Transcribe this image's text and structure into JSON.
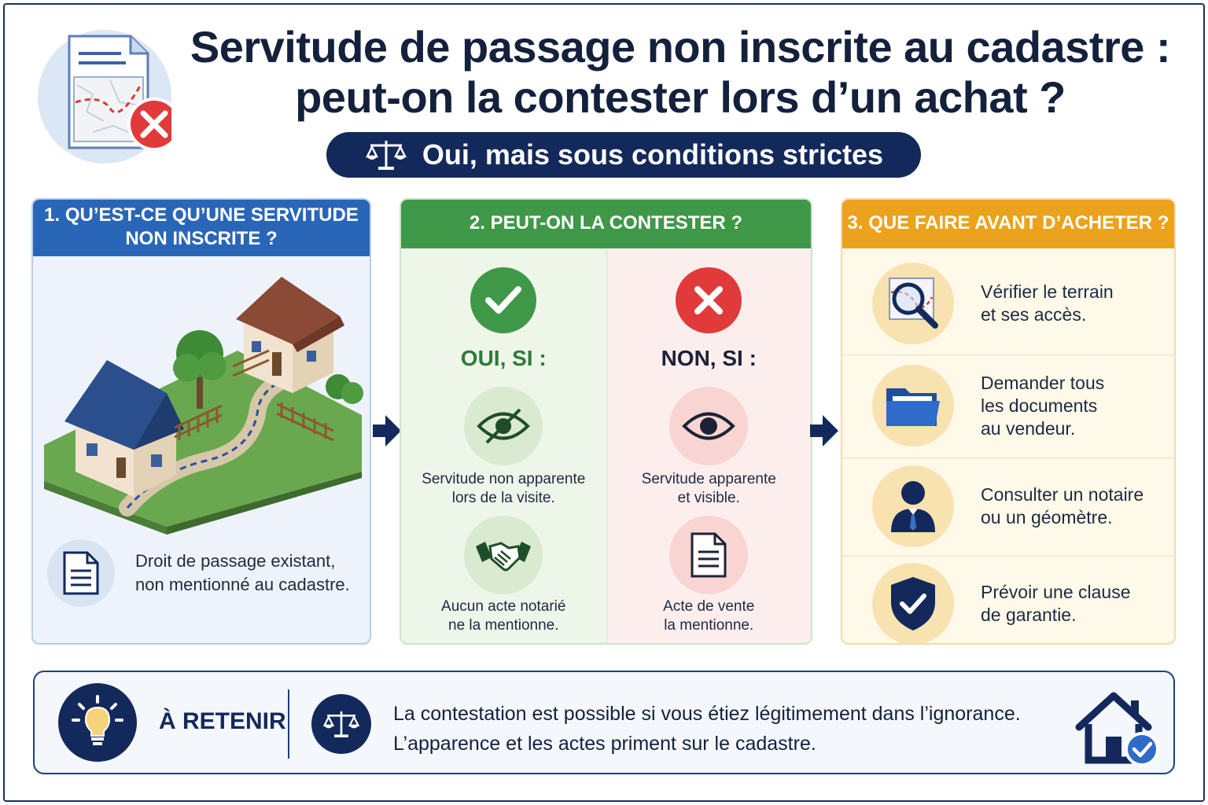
{
  "header": {
    "title_line1": "Servitude de passage non inscrite au cadastre :",
    "title_line2": "peut-on la contester lors d’un achat ?",
    "subtitle": "Oui, mais sous conditions strictes"
  },
  "section1": {
    "title_line1": "1. QU’EST-CE QU’UNE SERVITUDE",
    "title_line2": "NON INSCRITE ?",
    "note_line1": "Droit de passage existant,",
    "note_line2": "non mentionné au cadastre."
  },
  "section2": {
    "title": "2. PEUT-ON LA CONTESTER ?",
    "yes": {
      "label": "OUI, SI :",
      "cond1_line1": "Servitude non apparente",
      "cond1_line2": "lors de la visite.",
      "cond2_line1": "Aucun acte notarié",
      "cond2_line2": "ne la mentionne."
    },
    "no": {
      "label": "NON, SI :",
      "cond1_line1": "Servitude apparente",
      "cond1_line2": "et visible.",
      "cond2_line1": "Acte de vente",
      "cond2_line2": "la mentionne."
    }
  },
  "section3": {
    "title": "3. QUE FAIRE AVANT D’ACHETER ?",
    "steps": [
      {
        "line1": "Vérifier le terrain",
        "line2": "et ses accès.",
        "line3": ""
      },
      {
        "line1": "Demander tous",
        "line2": "les documents",
        "line3": "au vendeur."
      },
      {
        "line1": "Consulter un notaire",
        "line2": "ou un géomètre.",
        "line3": ""
      },
      {
        "line1": "Prévoir une clause",
        "line2": "de garantie.",
        "line3": ""
      }
    ]
  },
  "retain": {
    "label": "À RETENIR",
    "line1": "La contestation est possible si vous étiez légitimement dans l’ignorance.",
    "line2": "L’apparence et les actes priment sur le cadastre."
  },
  "colors": {
    "navy": "#14295b",
    "blue": "#2a66b8",
    "green": "#3f9848",
    "orange": "#eba21c",
    "red": "#e03a3a"
  }
}
